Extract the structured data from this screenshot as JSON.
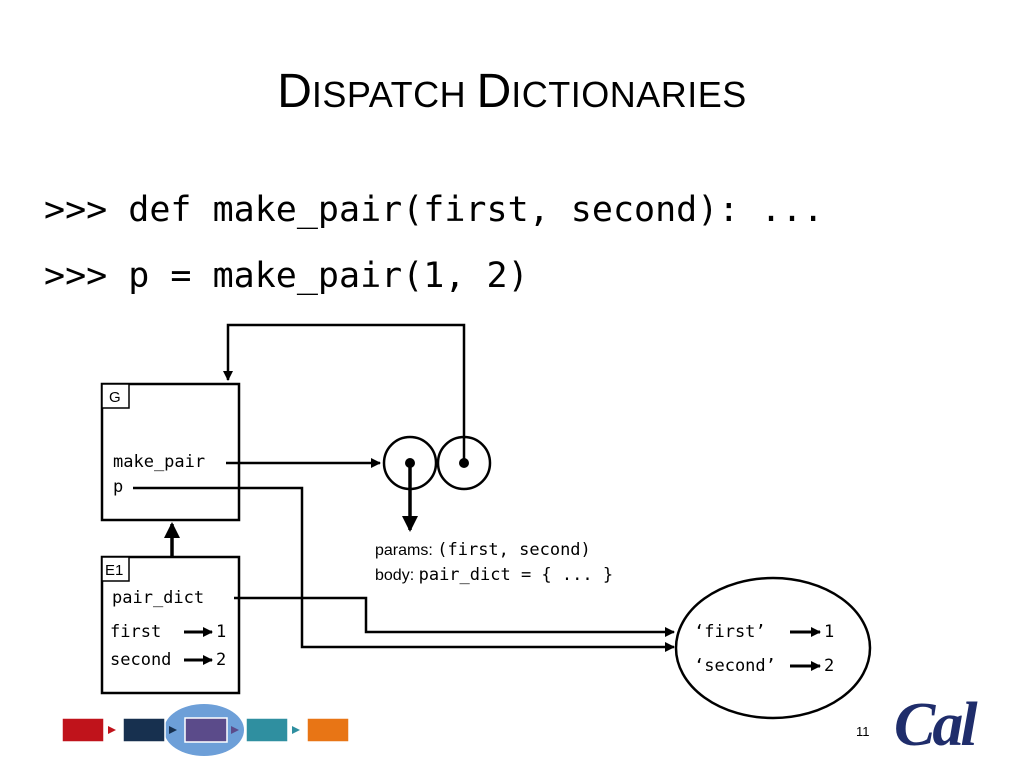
{
  "title": {
    "first_letter": "D",
    "first_rest": "ISPATCH ",
    "second_letter": "D",
    "second_rest": "ICTIONARIES"
  },
  "code": {
    "line1": ">>> def make_pair(first, second): ...",
    "line2": ">>> p = make_pair(1, 2)"
  },
  "frames": {
    "global": {
      "label": "G",
      "vars": [
        "make_pair",
        "p"
      ]
    },
    "e1": {
      "label": "E1",
      "vars": [
        "pair_dict",
        "first",
        "second"
      ],
      "values": {
        "first": "1",
        "second": "2"
      }
    }
  },
  "function": {
    "params_label": "params:",
    "params_value": "(first, second)",
    "body_label": "body:",
    "body_value": "pair_dict = { ... }"
  },
  "dict": {
    "keys": [
      "‘first’",
      "‘second’"
    ],
    "values": [
      "1",
      "2"
    ]
  },
  "nav": {
    "colors": [
      "#c0131b",
      "#17304f",
      "#5b4b8a",
      "#2f8fa0",
      "#e87515"
    ],
    "arrow_colors": [
      "#c0131b",
      "#17304f",
      "#5b4b8a",
      "#2f8fa0"
    ],
    "current_index": 2
  },
  "page_number": "11",
  "logo": {
    "text": "Cal"
  }
}
